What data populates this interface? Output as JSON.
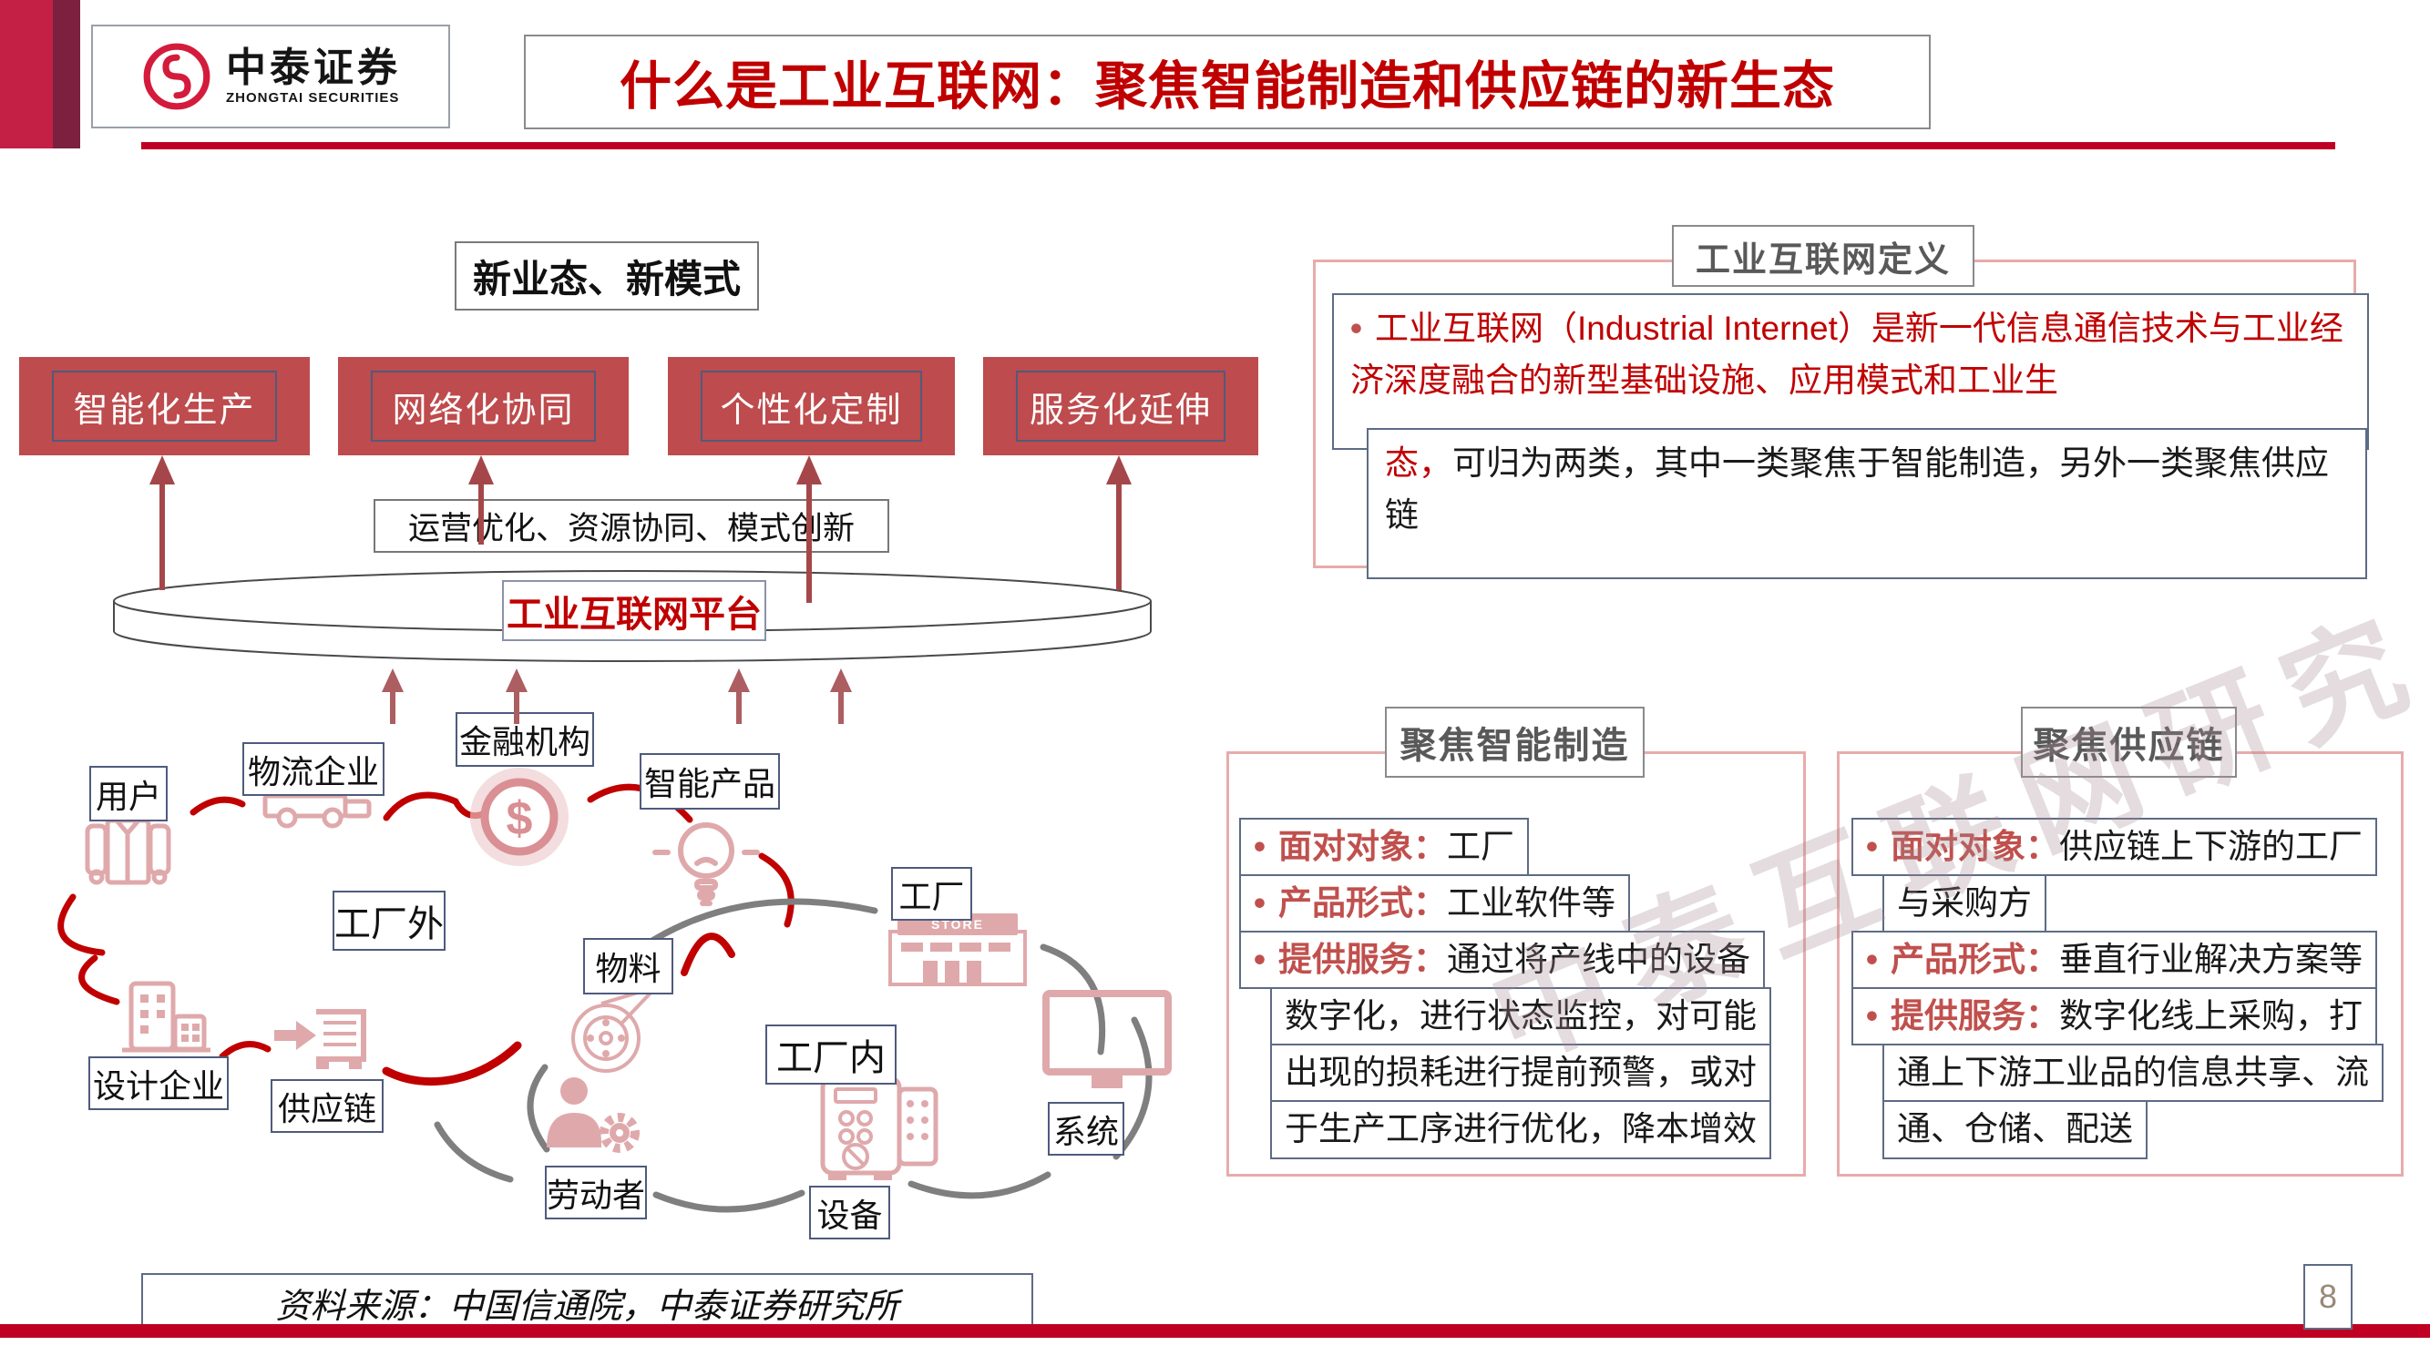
{
  "bullet": "•",
  "header": {
    "logo_cn": "中泰证券",
    "logo_en": "ZHONGTAI SECURITIES",
    "title": "什么是工业互联网：聚焦智能制造和供应链的新生态"
  },
  "diagram": {
    "subtitle": "新业态、新模式",
    "modes": [
      "智能化生产",
      "网络化协同",
      "个性化定制",
      "服务化延伸"
    ],
    "optimization": "运营优化、资源协同、模式创新",
    "platform": "工业互联网平台",
    "outside": "工厂外",
    "inside": "工厂内",
    "nodes": {
      "user": "用户",
      "logistics": "物流企业",
      "finance": "金融机构",
      "smart_product": "智能产品",
      "design": "设计企业",
      "supply_chain": "供应链",
      "material": "物料",
      "worker": "劳动者",
      "factory": "工厂",
      "equipment": "设备",
      "system": "系统"
    },
    "store_sign": "STORE",
    "coin_symbol": "$"
  },
  "definition_panel": {
    "title": "工业互联网定义",
    "red_part": "工业互联网（Industrial Internet）是新一代信息通信技术与工业经济深度融合的新型基础设施、应用模式和工业生",
    "red_cont": "态，",
    "black_part": "可归为两类，其中一类聚焦于智能制造，另外一类聚焦供应链"
  },
  "manufacturing_panel": {
    "title": "聚焦智能制造",
    "bullets": [
      {
        "label": "面对对象：",
        "lines": [
          "工厂"
        ]
      },
      {
        "label": "产品形式：",
        "lines": [
          "工业软件等"
        ]
      },
      {
        "label": "提供服务：",
        "lines": [
          "通过将产线中的设备",
          "数字化，进行状态监控，对可能",
          "出现的损耗进行提前预警，或对",
          "于生产工序进行优化，降本增效"
        ]
      }
    ]
  },
  "supply_panel": {
    "title": "聚焦供应链",
    "bullets": [
      {
        "label": "面对对象：",
        "lines": [
          "供应链上下游的工厂",
          "与采购方"
        ]
      },
      {
        "label": "产品形式：",
        "lines": [
          "垂直行业解决方案等"
        ]
      },
      {
        "label": "提供服务：",
        "lines": [
          "数字化线上采购，打",
          "通上下游工业品的信息共享、流",
          "通、仓储、配送"
        ]
      }
    ]
  },
  "watermark": "中泰互联网研究",
  "footer": {
    "source": "资料来源：中国信通院，中泰证券研究所",
    "page": "8"
  },
  "colors": {
    "brand_red": "#C42046",
    "brick_red": "#BE4B4D",
    "accent_red": "#C00000",
    "pink_icon": "#DFA9AB",
    "panel_border": "#E8ABAB"
  }
}
